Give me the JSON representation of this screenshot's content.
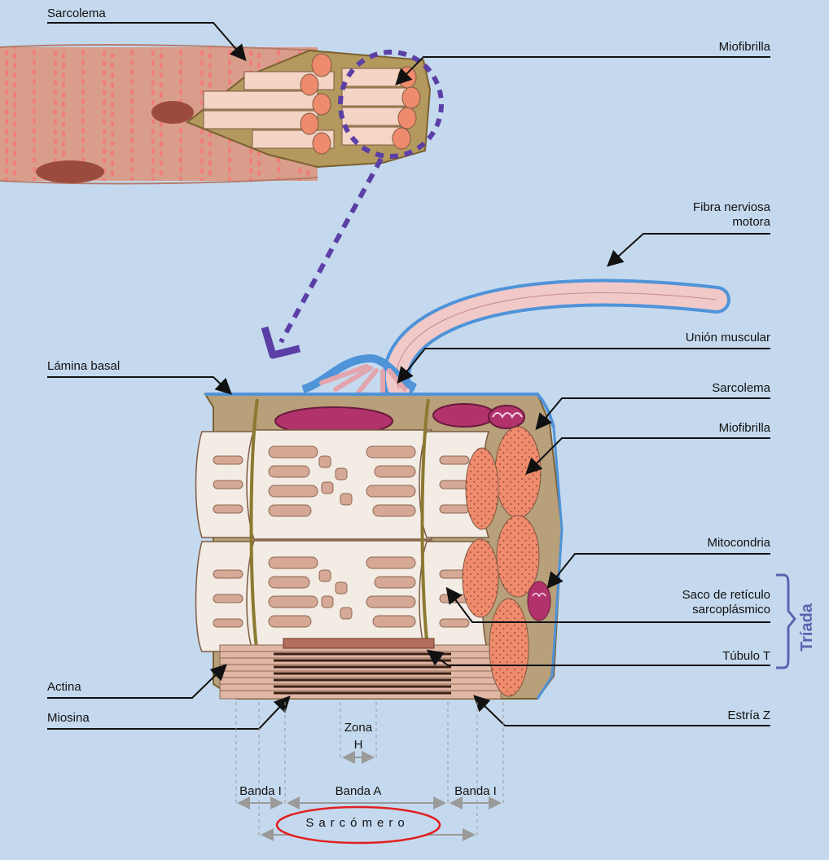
{
  "labels": {
    "sarcolema_top": "Sarcolema",
    "miofibrilla_top": "Miofibrilla",
    "fibra_nerviosa_1": "Fibra nerviosa",
    "fibra_nerviosa_2": "motora",
    "union_muscular": "Unión muscular",
    "lamina_basal": "Lámina basal",
    "sarcolema": "Sarcolema",
    "miofibrilla": "Miofibrilla",
    "mitocondria": "Mitocondria",
    "saco_1": "Saco de retículo",
    "saco_2": "sarcoplásmico",
    "tubulo_t": "Túbulo T",
    "triada": "Tríada",
    "actina": "Actina",
    "miosina": "Miosina",
    "estria_z": "Estría Z",
    "zona": "Zona",
    "h": "H",
    "banda_i_left": "Banda I",
    "banda_a": "Banda A",
    "banda_i_right": "Banda I",
    "sarcomero": "Sarcómero"
  },
  "colors": {
    "background": "#c5d9ee",
    "leader_line": "#111111",
    "dashed_arrow": "#5b3fa6",
    "triada_bracket": "#5b63b0",
    "sarcomero_ellipse": "#e02020",
    "nerve_fiber": "#f1c9c9",
    "sarcolemma": "#4f93d8",
    "cytoplasm": "#b7a07a",
    "myofibril": "#e9836a",
    "mitochondria": "#b2336c"
  }
}
